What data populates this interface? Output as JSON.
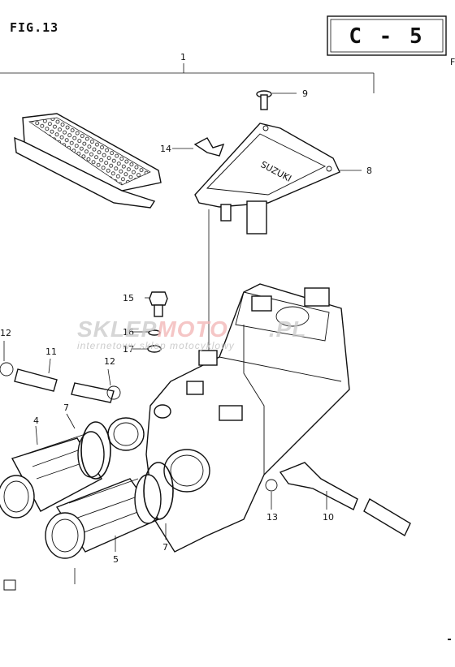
{
  "figure_label": "FIG.13",
  "section_code": "C - 5",
  "watermark": {
    "brand_left": "SKLEP",
    "brand_mid": "MOTO",
    "brand_right": ".PL",
    "tagline": "internetowy sklep motocyklowy"
  },
  "cover_stamp": "SUZUKI",
  "callouts": [
    "1",
    "9",
    "14",
    "8",
    "15",
    "16",
    "17",
    "12",
    "11",
    "12",
    "7",
    "4",
    "5",
    "7",
    "13",
    "10"
  ]
}
